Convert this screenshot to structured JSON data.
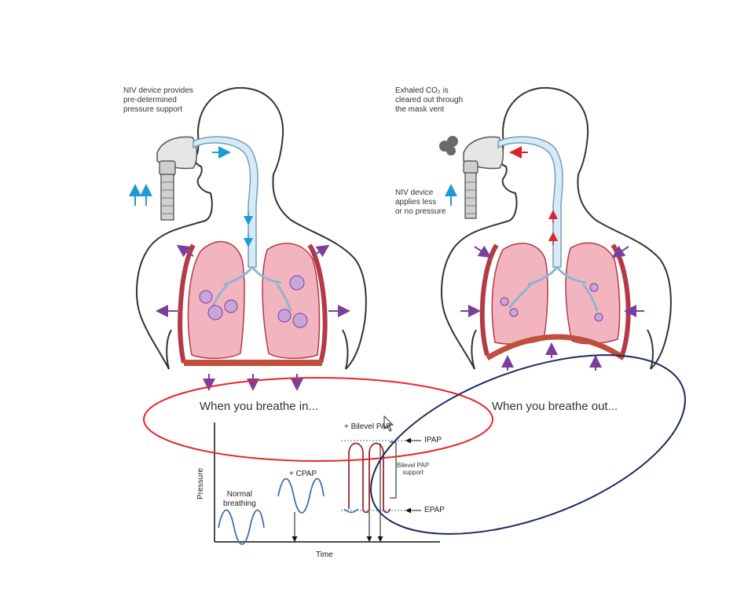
{
  "inhale_panel": {
    "note": "NIV device provides\npre-determined\npressure support",
    "caption": "When you breathe in..."
  },
  "exhale_panel": {
    "note_co2": "Exhaled CO₂ is\ncleared out through\nthe mask vent",
    "note_pressure": "NIV device\napplies less\nor no pressure",
    "caption": "When you breathe out..."
  },
  "pressure_chart": {
    "ylabel": "Pressure",
    "xlabel": "Time",
    "normal_label": "Normal\nbreathing",
    "cpap_label": "+ CPAP",
    "bilevel_label": "+ Bilevel PAP",
    "ipap_label": "IPAP",
    "epap_label": "EPAP",
    "support_label": "Bilevel PAP\nsupport"
  },
  "colors": {
    "lung": "#f2b5bf",
    "lung_outline": "#b33a47",
    "airway": "#d5ebf7",
    "arrow_in": "#1e9bd7",
    "arrow_out": "#d8262f",
    "muscle_arrow": "#7b3f9b",
    "highlight_inhale": "#e8262a",
    "highlight_exhale": "#1b2a5e",
    "waveform": "#3d6fb0",
    "bilevel_waveform": "#9b2a2a"
  },
  "icons": [
    "cursor-icon",
    "co2-cloud-icon"
  ]
}
